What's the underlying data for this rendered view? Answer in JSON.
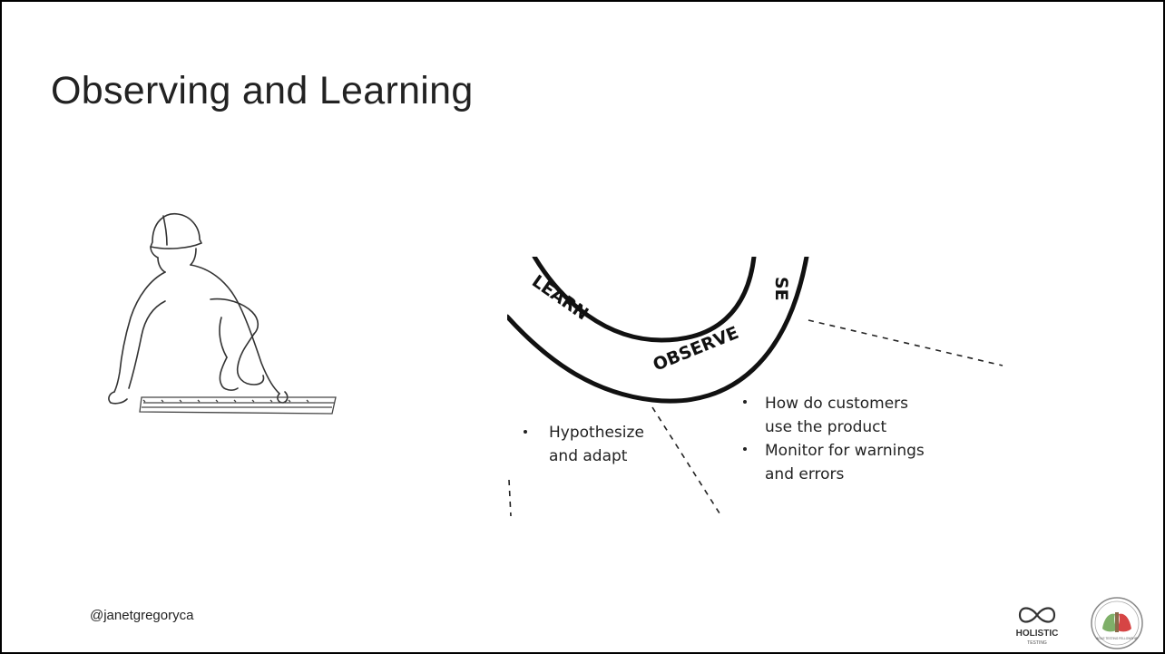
{
  "slide": {
    "title": "Observing and Learning",
    "footer_handle": "@janetgregoryca"
  },
  "diagram": {
    "band_labels": {
      "learn": "LEARN",
      "observe": "OBSERVE",
      "partial": "SE"
    },
    "left_bullets": [
      "Hypothesize",
      "and adapt"
    ],
    "right_bullets": [
      [
        "How do customers",
        "use the product"
      ],
      [
        "Monitor for warnings",
        "and errors"
      ]
    ]
  },
  "logos": {
    "holistic": {
      "line1": "HOLISTIC",
      "line2": "TESTING",
      "icon": "infinity-icon"
    },
    "seal": {
      "text": "AGILE TESTING FELLOWSHIP",
      "icon": "dragon-seal-icon"
    }
  },
  "colors": {
    "text": "#222222",
    "border": "#000000",
    "logo_green": "#7fb069",
    "logo_red": "#d64545"
  }
}
